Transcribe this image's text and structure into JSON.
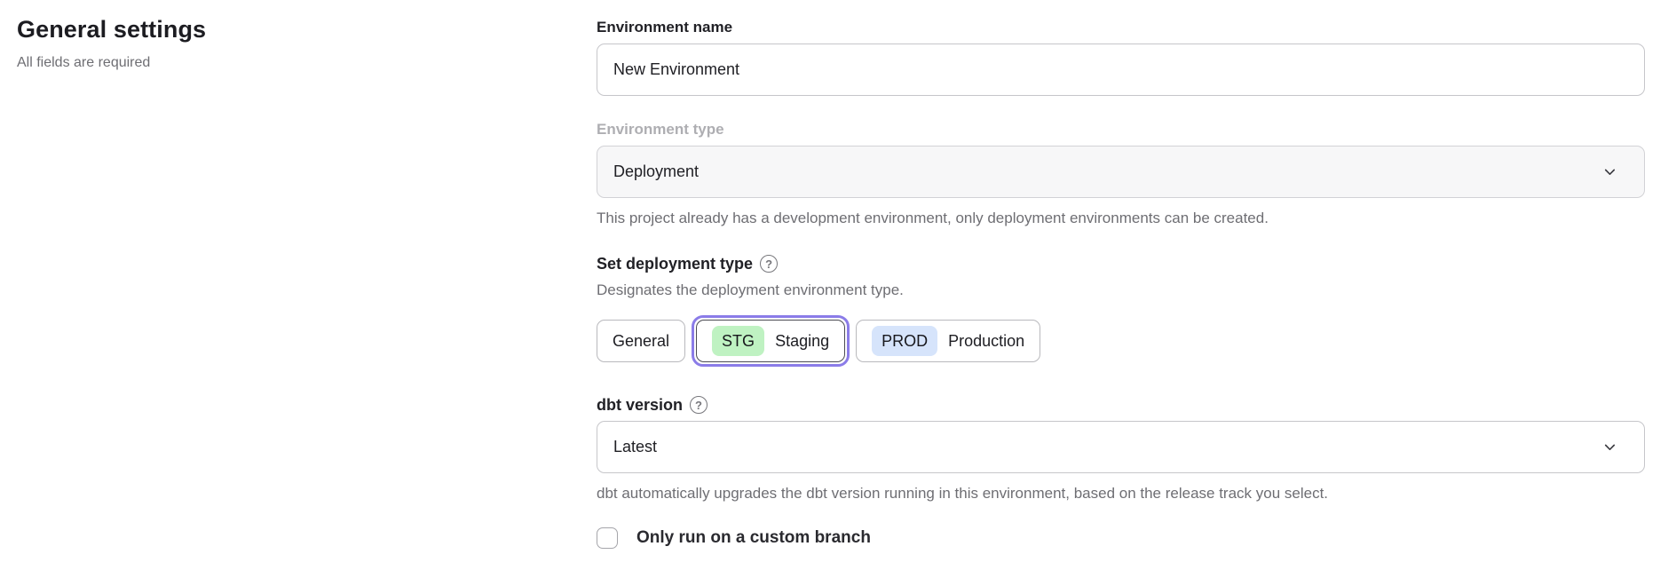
{
  "page": {
    "title": "General settings",
    "subtitle": "All fields are required"
  },
  "form": {
    "environment_name": {
      "label": "Environment name",
      "value": "New Environment"
    },
    "environment_type": {
      "label": "Environment type",
      "value": "Deployment",
      "disabled": true,
      "helper": "This project already has a development environment, only deployment environments can be created."
    },
    "deployment_type": {
      "label": "Set deployment type",
      "help_glyph": "?",
      "description": "Designates the deployment environment type.",
      "options": [
        {
          "label": "General",
          "badge": "",
          "selected": false
        },
        {
          "label": "Staging",
          "badge": "STG",
          "badge_color": "#bff2c2",
          "selected": true
        },
        {
          "label": "Production",
          "badge": "PROD",
          "badge_color": "#d6e4fb",
          "selected": false
        }
      ]
    },
    "dbt_version": {
      "label": "dbt version",
      "help_glyph": "?",
      "value": "Latest",
      "helper": "dbt automatically upgrades the dbt version running in this environment, based on the release track you select."
    },
    "custom_branch": {
      "label": "Only run on a custom branch",
      "checked": false
    }
  },
  "colors": {
    "selected_ring": "#8b7ce8",
    "staging_badge": "#bff2c2",
    "production_badge": "#d6e4fb"
  }
}
